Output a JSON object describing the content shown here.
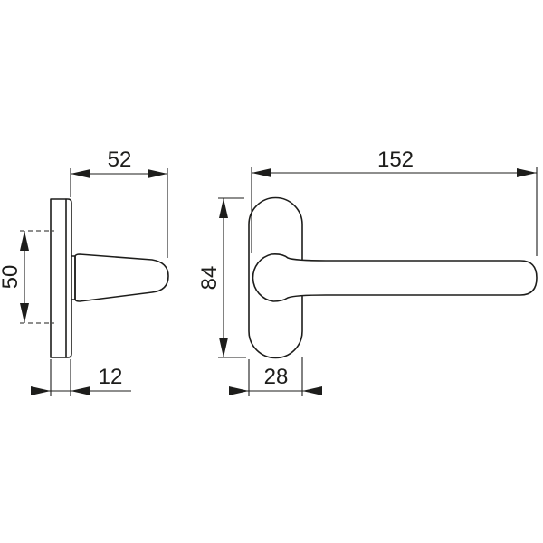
{
  "drawing": {
    "side_view": {
      "projection_label": "52",
      "rosette_spacing_label": "50",
      "rosette_thickness_label": "12"
    },
    "front_view": {
      "length_label": "152",
      "plate_height_label": "84",
      "plate_width_label": "28"
    },
    "line_color": "#1d1d1b"
  }
}
